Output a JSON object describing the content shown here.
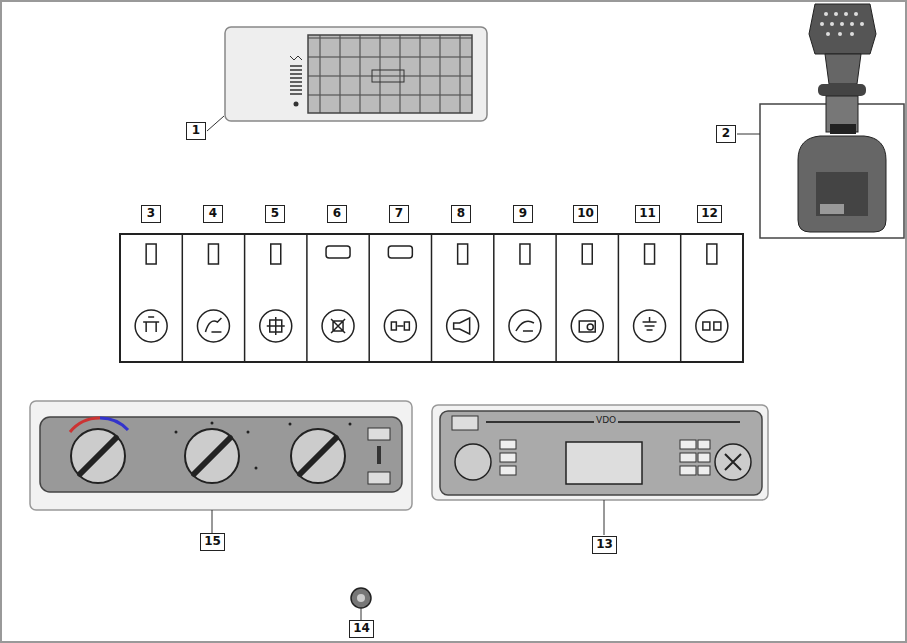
{
  "diagram": {
    "nodes": [
      {
        "text": [
          "1"
        ]
      },
      {
        "text": [
          "2"
        ]
      },
      {
        "text": [
          "3"
        ]
      },
      {
        "text": [
          "4"
        ]
      },
      {
        "text": [
          "5"
        ]
      },
      {
        "text": [
          "6"
        ]
      },
      {
        "text": [
          "7"
        ]
      },
      {
        "text": [
          "8"
        ]
      },
      {
        "text": [
          "9"
        ]
      },
      {
        "text": [
          "10"
        ]
      },
      {
        "text": [
          "11"
        ]
      },
      {
        "text": [
          "12"
        ]
      },
      {
        "text": [
          "15"
        ]
      },
      {
        "text": [
          "13"
        ]
      },
      {
        "text": [
          "14"
        ]
      }
    ],
    "labels": [
      "VDO"
    ]
  }
}
